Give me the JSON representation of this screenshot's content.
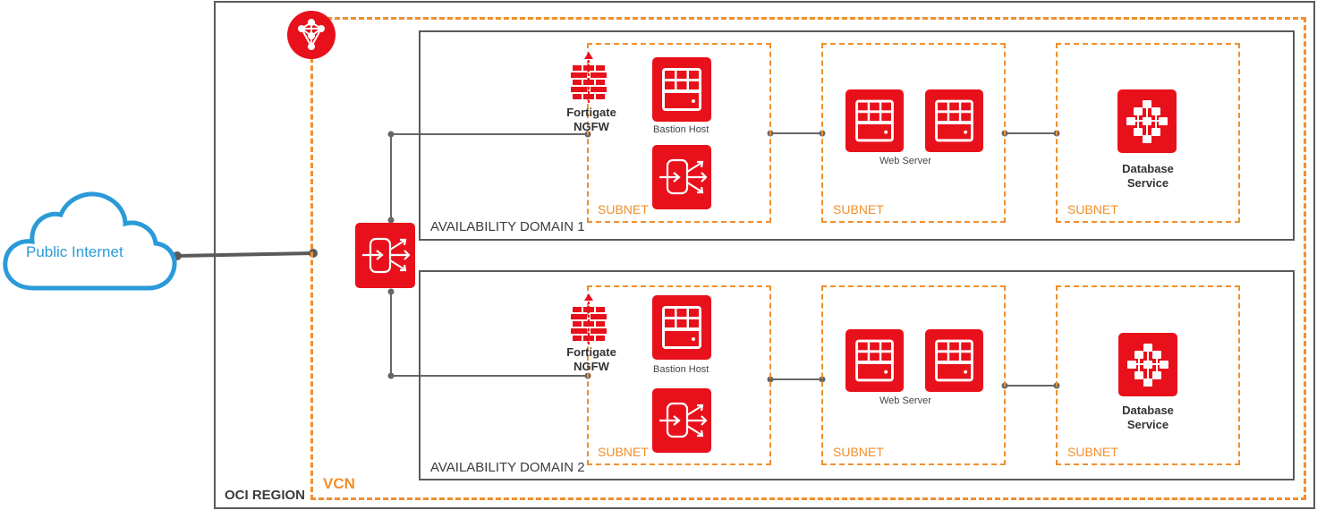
{
  "internet": {
    "label": "Public Internet"
  },
  "region": {
    "label": "OCI REGION"
  },
  "vcn": {
    "label": "VCN"
  },
  "domains": [
    {
      "label": "AVAILABILITY DOMAIN 1",
      "firewall": {
        "line1": "Fortigate",
        "line2": "NGFW"
      },
      "bastion": {
        "label": "Bastion Host"
      },
      "web": {
        "label": "Web Server"
      },
      "database": {
        "line1": "Database",
        "line2": "Service"
      },
      "subnets": [
        "SUBNET",
        "SUBNET",
        "SUBNET"
      ]
    },
    {
      "label": "AVAILABILITY DOMAIN 2",
      "firewall": {
        "line1": "Fortigate",
        "line2": "NGFW"
      },
      "bastion": {
        "label": "Bastion Host"
      },
      "web": {
        "label": "Web Server"
      },
      "database": {
        "line1": "Database",
        "line2": "Service"
      },
      "subnets": [
        "SUBNET",
        "SUBNET",
        "SUBNET"
      ]
    }
  ],
  "colors": {
    "accent": "#e8111b",
    "subnet_border": "#f28f2c",
    "cloud": "#2a9ad8",
    "line": "#5a5a5a"
  },
  "icons": [
    "cloud-icon",
    "vcn-icon",
    "router-icon",
    "firewall-icon",
    "server-icon",
    "load-balancer-icon",
    "database-icon"
  ]
}
